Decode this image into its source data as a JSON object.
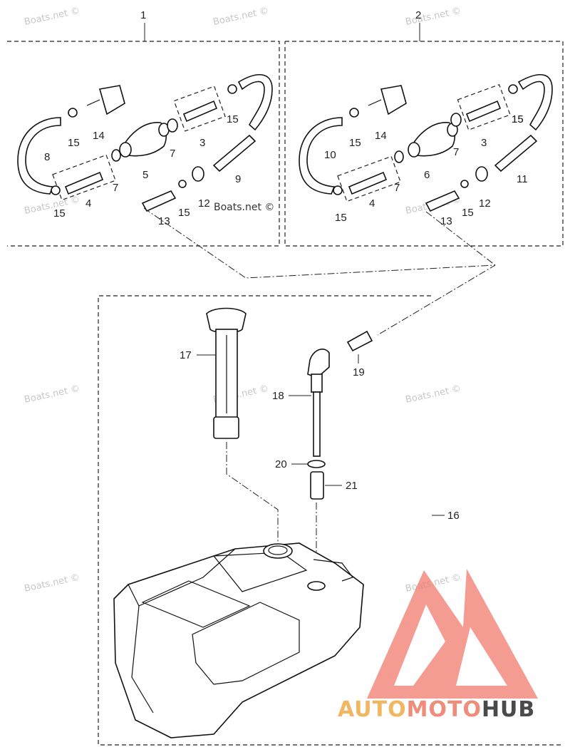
{
  "watermark": "Boats.net ©",
  "group_labels": [
    "1",
    "2"
  ],
  "left_group_numbers": [
    "15",
    "14",
    "15",
    "8",
    "7",
    "3",
    "7",
    "5",
    "9",
    "15",
    "4",
    "12",
    "15",
    "13",
    "Boats.net ©"
  ],
  "right_group_numbers": [
    "15",
    "14",
    "15",
    "10",
    "7",
    "3",
    "15",
    "7",
    "6",
    "11",
    "15",
    "4",
    "15",
    "12",
    "13"
  ],
  "lower_numbers": {
    "n17": "17",
    "n18": "18",
    "n19": "19",
    "n20": "20",
    "n21": "21",
    "n16": "16"
  },
  "logo": {
    "auto": "AUTO",
    "moto": "MOTO",
    "hub": "HUB",
    "colors": {
      "auto": "#f2b560",
      "moto": "#f08c7a",
      "hub": "#4a4a4a",
      "mark": "#f07b6e"
    }
  }
}
